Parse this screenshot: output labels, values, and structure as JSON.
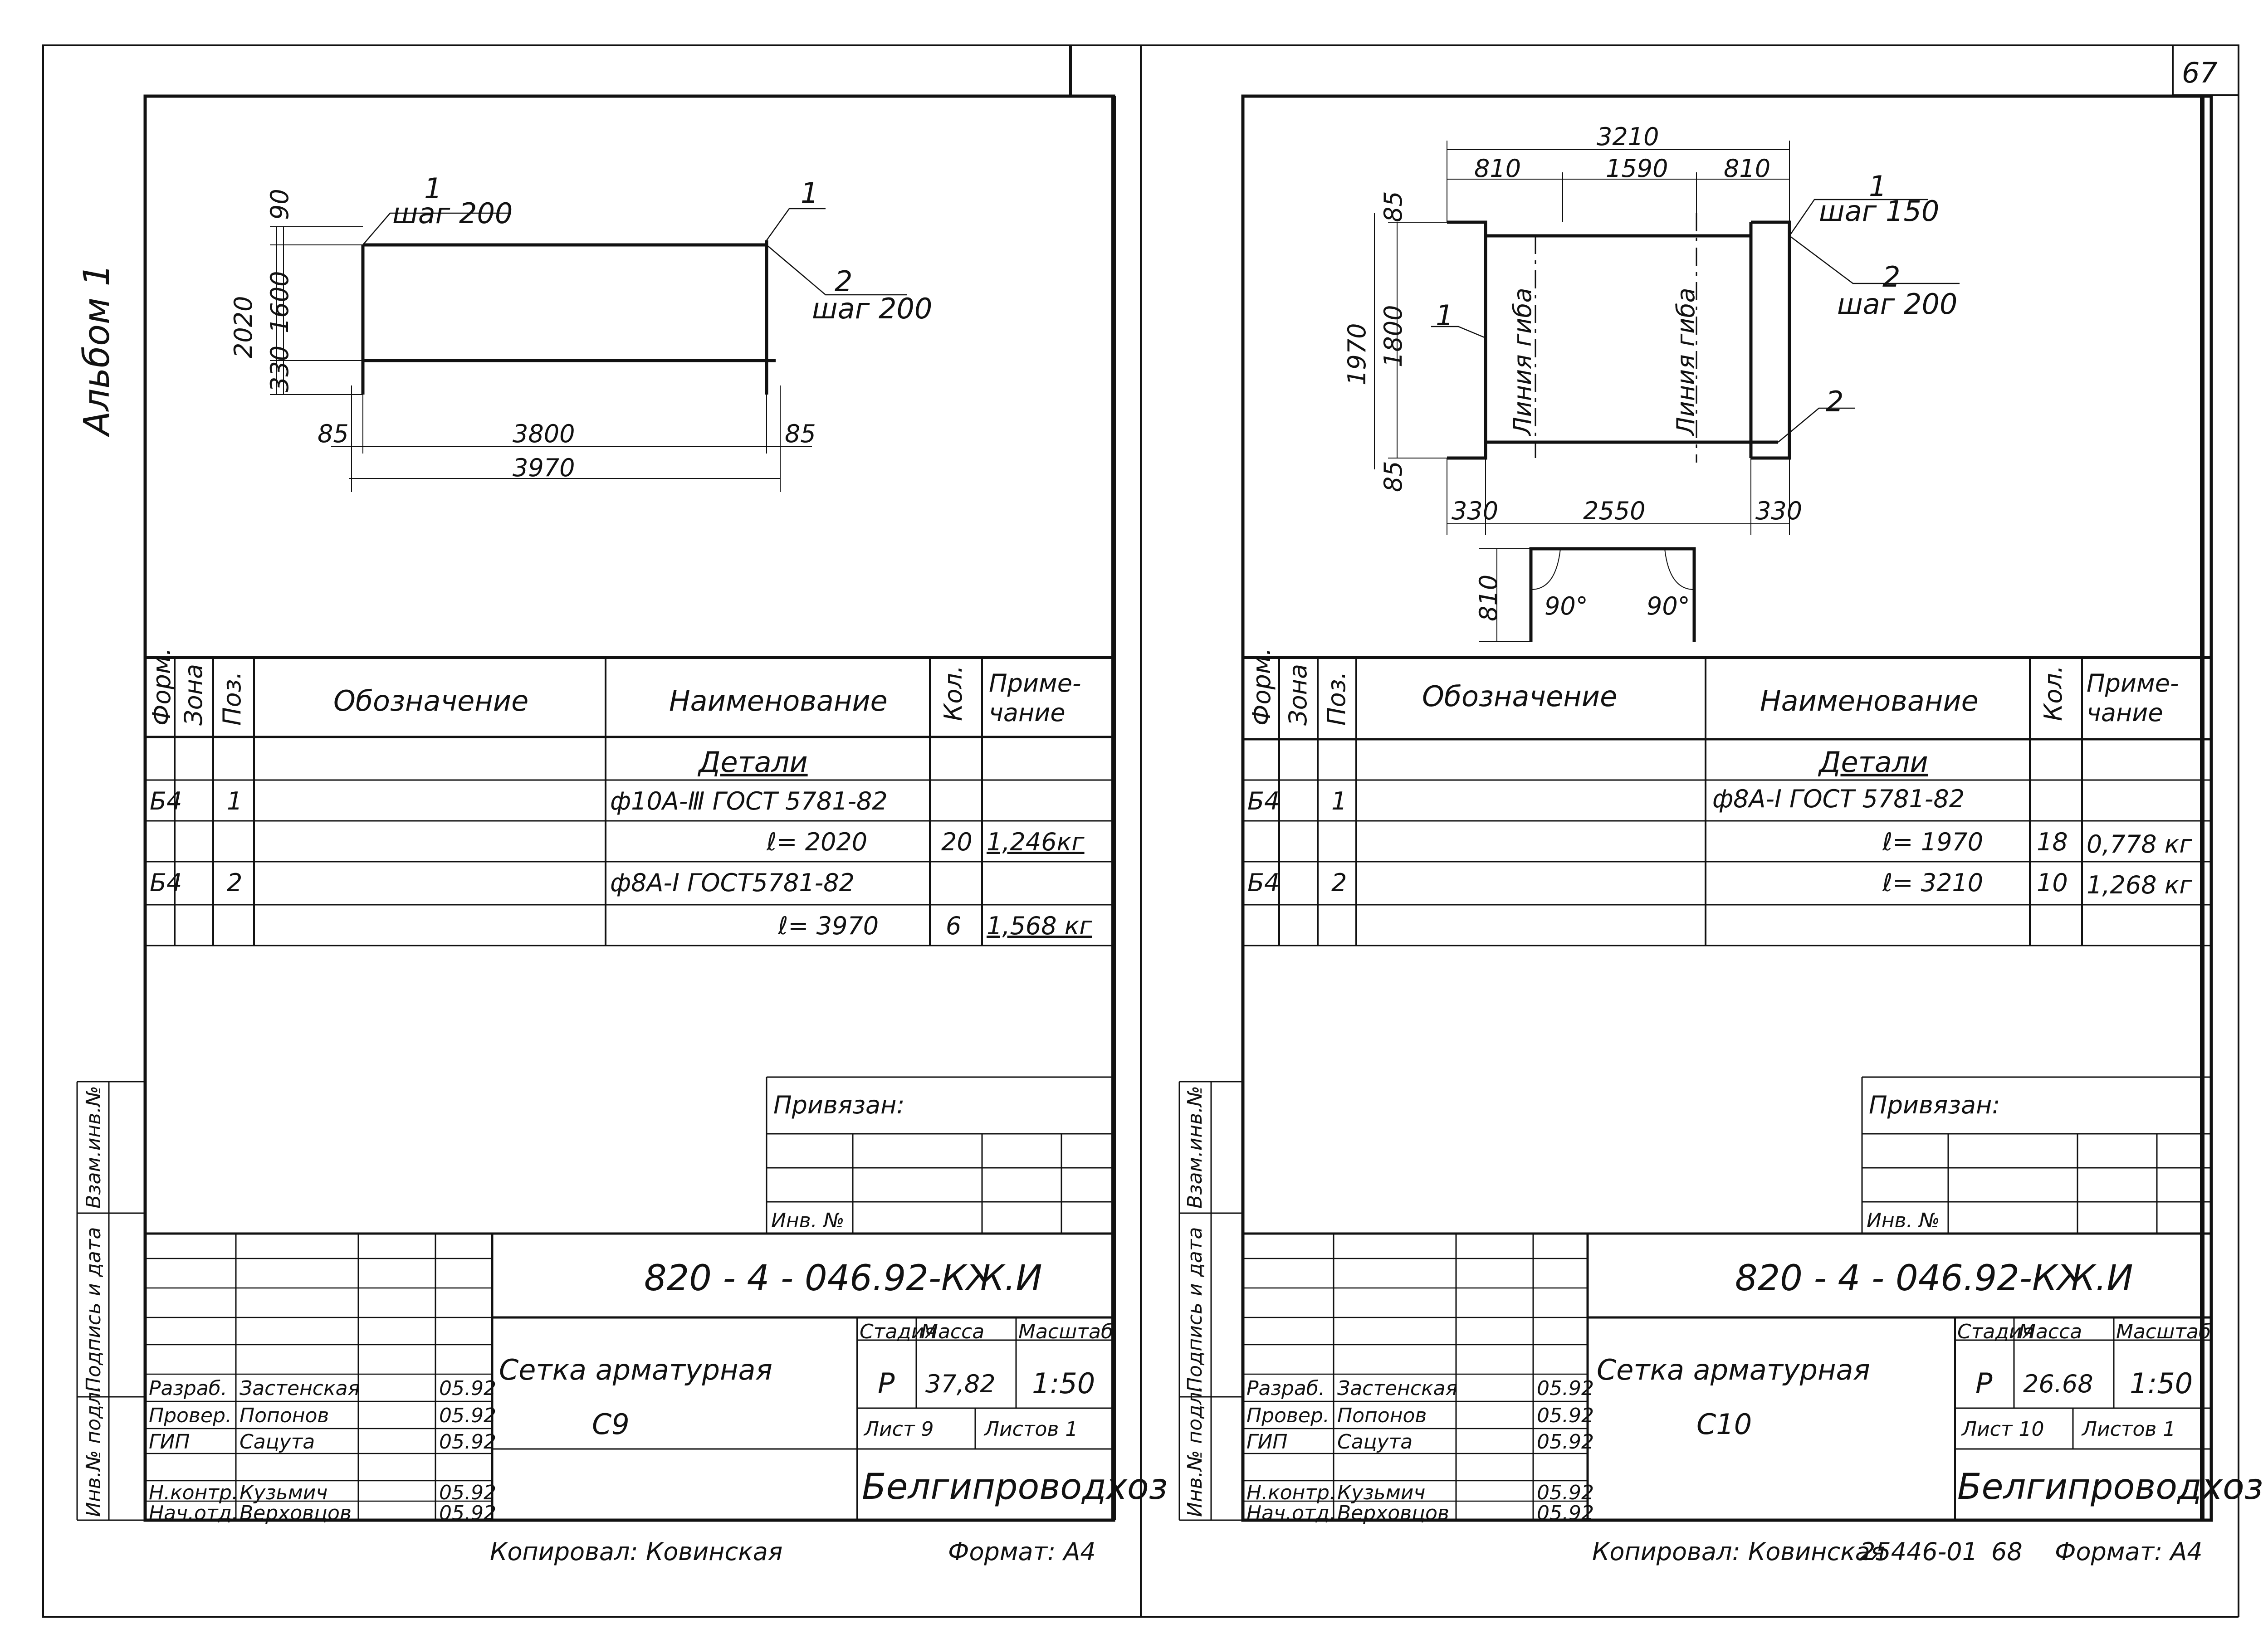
{
  "album_label": "Альбом 1",
  "page_number": "67",
  "left": {
    "drawing": {
      "pos1": "1",
      "pos1_step": "шаг 200",
      "pos1_right": "1",
      "pos2": "2",
      "pos2_step": "шаг 200",
      "dim_90": "90",
      "dim_1600": "1600",
      "dim_2020": "2020",
      "dim_330": "330",
      "dim_85_left": "85",
      "dim_3800": "3800",
      "dim_85_right": "85",
      "dim_3970": "3970"
    },
    "spec": {
      "headers": [
        "Форм.",
        "Зона",
        "Поз.",
        "Обозначение",
        "Наименование",
        "Кол.",
        "Приме-",
        "чание"
      ],
      "section": "Детали",
      "rows": [
        {
          "format": "Б4",
          "pos": "1",
          "name": "ф10А-Ⅲ  ГОСТ 5781-82",
          "qty": "",
          "note": ""
        },
        {
          "format": "",
          "pos": "",
          "name": "ℓ= 2020",
          "qty": "20",
          "note": "1,246кг"
        },
        {
          "format": "Б4",
          "pos": "2",
          "name": "ф8А-I  ГОСТ5781-82",
          "qty": "",
          "note": ""
        },
        {
          "format": "",
          "pos": "",
          "name": "ℓ= 3970",
          "qty": "6",
          "note": "1,568 кг"
        }
      ]
    },
    "privyazan": "Привязан:",
    "inv_no": "Инв. №",
    "side_labels": [
      "Инв.№ подл.",
      "Подпись и дата",
      "Взам.инв.№"
    ],
    "title": {
      "code": "820 - 4 - 046.92-КЖ.И",
      "name_line1": "Сетка арматурная",
      "name_line2": "С9",
      "stage_hdr": "Стадия",
      "mass_hdr": "Масса",
      "scale_hdr": "Масштаб",
      "stage": "Р",
      "mass": "37,82",
      "scale": "1:50",
      "sheet": "Лист 9",
      "sheets": "Листов 1",
      "org": "Белгипроводхоз",
      "staff": [
        {
          "role": "Разраб.",
          "name": "Застенская",
          "date": "05.92"
        },
        {
          "role": "Провер.",
          "name": "Попонов",
          "date": "05.92"
        },
        {
          "role": "ГИП",
          "name": "Сацута",
          "date": "05.92"
        },
        {
          "role": "Н.контр.",
          "name": "Кузьмич",
          "date": "05.92"
        },
        {
          "role": "Нач.отд.",
          "name": "Верховцов",
          "date": "05.92"
        }
      ]
    },
    "footer_copied": "Копировал: Ковинская",
    "footer_format": "Формат: А4"
  },
  "right": {
    "drawing": {
      "dim_3210": "3210",
      "dim_810_l": "810",
      "dim_1590": "1590",
      "dim_810_r": "810",
      "dim_85_top": "85",
      "dim_1970": "1970",
      "dim_1800": "1800",
      "dim_85_bot": "85",
      "dim_330_l": "330",
      "dim_2550": "2550",
      "dim_330_r": "330",
      "dim_810_v": "810",
      "bend_line_1": "Линия гиба",
      "bend_line_2": "Линия гиба",
      "pos1": "1",
      "pos1_right": "1",
      "pos1_step": "шаг 150",
      "pos2": "2",
      "pos2_step": "шаг 200",
      "pos2_bot": "2",
      "angle_1": "90°",
      "angle_2": "90°"
    },
    "spec": {
      "headers": [
        "Форм.",
        "Зона",
        "Поз.",
        "Обозначение",
        "Наименование",
        "Кол.",
        "Приме-",
        "чание"
      ],
      "section": "Детали",
      "rows": [
        {
          "format": "Б4",
          "pos": "1",
          "name": "ф8А-I  ГОСТ 5781-82",
          "qty": "",
          "note": ""
        },
        {
          "format": "",
          "pos": "",
          "name": "ℓ= 1970",
          "qty": "18",
          "note": "0,778 кг"
        },
        {
          "format": "Б4",
          "pos": "2",
          "name": "ℓ= 3210",
          "qty": "10",
          "note": "1,268 кг"
        }
      ]
    },
    "privyazan": "Привязан:",
    "inv_no": "Инв. №",
    "side_labels": [
      "Инв.№ подл.",
      "Подпись и дата",
      "Взам.инв.№"
    ],
    "title": {
      "code": "820 - 4 - 046.92-КЖ.И",
      "name_line1": "Сетка арматурная",
      "name_line2": "С10",
      "stage_hdr": "Стадия",
      "mass_hdr": "Масса",
      "scale_hdr": "Масштаб",
      "stage": "Р",
      "mass": "26.68",
      "scale": "1:50",
      "sheet": "Лист 10",
      "sheets": "Листов 1",
      "org": "Белгипроводхоз",
      "staff": [
        {
          "role": "Разраб.",
          "name": "Застенская",
          "date": "05.92"
        },
        {
          "role": "Провер.",
          "name": "Попонов",
          "date": "05.92"
        },
        {
          "role": "ГИП",
          "name": "Сацута",
          "date": "05.92"
        },
        {
          "role": "Н.контр.",
          "name": "Кузьмич",
          "date": "05.92"
        },
        {
          "role": "Нач.отд.",
          "name": "Верховцов",
          "date": "05.92"
        }
      ]
    },
    "footer_copied": "Копировал: Ковинская",
    "footer_order": "25446-01",
    "footer_page": "68",
    "footer_format": "Формат: А4"
  }
}
